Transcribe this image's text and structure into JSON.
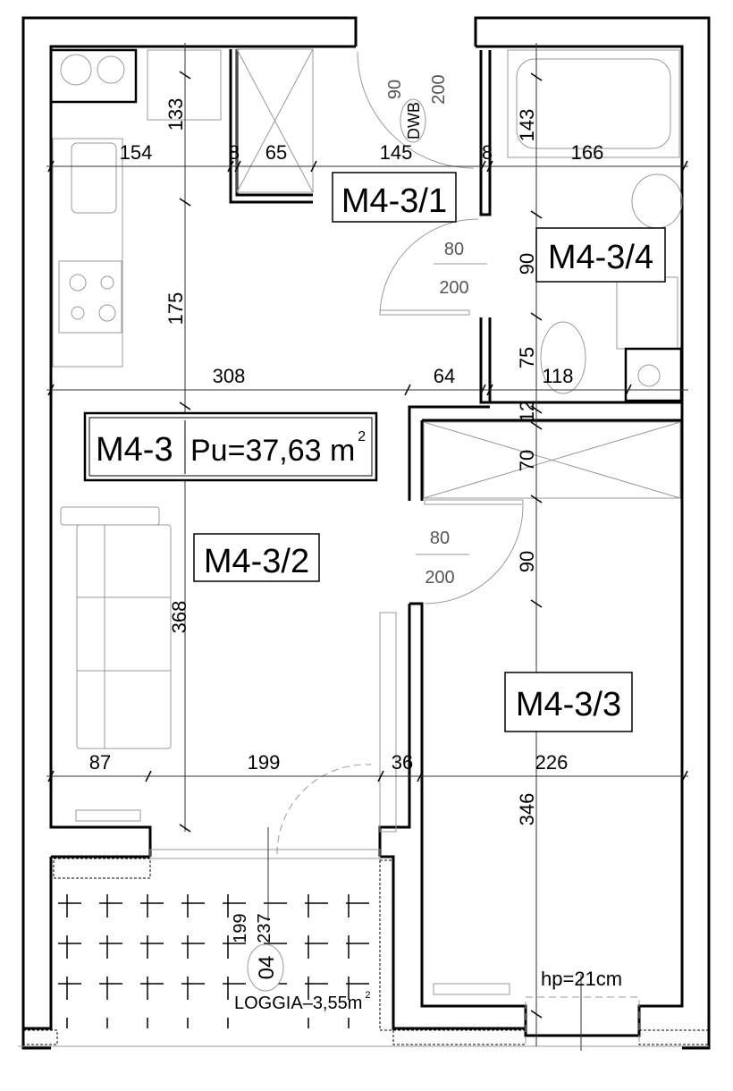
{
  "rooms": {
    "apartment": {
      "id": "M4-3",
      "area": "Pu=37,63 m",
      "sup": "2"
    },
    "r1": "M4-3/1",
    "r2": "M4-3/2",
    "r3": "M4-3/3",
    "r4": "M4-3/4"
  },
  "loggia": {
    "label": "LOGGIA–3,55m",
    "sup": "2",
    "window_w": "199",
    "window_h": "237",
    "window_code": "04"
  },
  "sill": "hp=21cm",
  "entry_door": {
    "w": "90",
    "h": "200",
    "code": "DWB"
  },
  "doors": [
    {
      "w": "80",
      "h": "200"
    },
    {
      "w": "80",
      "h": "200"
    }
  ],
  "dims_h": {
    "row1": [
      "154",
      "8",
      "65",
      "145",
      "8",
      "166"
    ],
    "row2": [
      "308",
      "64",
      "118"
    ],
    "row3": [
      "87",
      "199",
      "36",
      "226"
    ]
  },
  "dims_v": [
    "133",
    "175",
    "368",
    "143",
    "90",
    "75",
    "12",
    "70",
    "90",
    "346"
  ]
}
